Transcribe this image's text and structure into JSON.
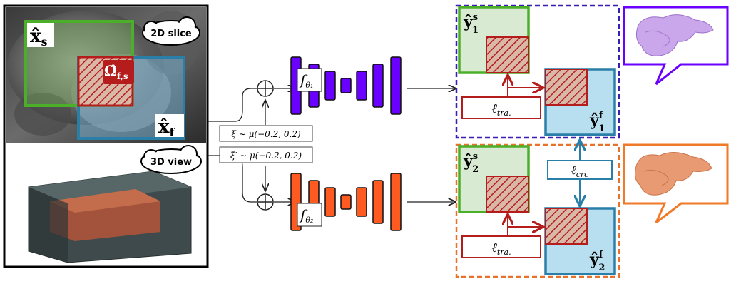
{
  "input": {
    "slice_label": "2D slice",
    "view_label": "3D view",
    "xs_label": "x̂",
    "xs_sub": "s",
    "xf_label": "x̂",
    "xf_sub": "f",
    "omega_label": "Ω̂",
    "omega_sub": "f,s"
  },
  "noise": {
    "upper": "ξ ∼ μ(−0.2, 0.2)",
    "lower": "ξ′ ∼ μ(−0.2, 0.2)",
    "plus_symbol": "⊕"
  },
  "networks": {
    "top": {
      "label": "f",
      "sub": "θ₁",
      "color": "#6a00ff"
    },
    "bottom": {
      "label": "f",
      "sub": "θ₂",
      "color": "#ff5a1f"
    }
  },
  "outputs": {
    "top": {
      "ys_label": "ŷ",
      "ys_sup": "s",
      "ys_sub": "1",
      "yf_label": "ŷ",
      "yf_sup": "f",
      "yf_sub": "1",
      "loss_label": "ℓ",
      "loss_sub": "tra.",
      "border_color": "#3b1fb5"
    },
    "bottom": {
      "ys_label": "ŷ",
      "ys_sup": "s",
      "ys_sub": "2",
      "yf_label": "ŷ",
      "yf_sup": "f",
      "yf_sub": "2",
      "loss_label": "ℓ",
      "loss_sub": "tra.",
      "border_color": "#e8722c"
    },
    "crc_label": "ℓ",
    "crc_sub": "crc"
  },
  "colors": {
    "green": "#4caf2a",
    "blue": "#2a7fa8",
    "red": "#b51c1c",
    "purple": "#7a3fe0",
    "orange": "#f07a28"
  }
}
